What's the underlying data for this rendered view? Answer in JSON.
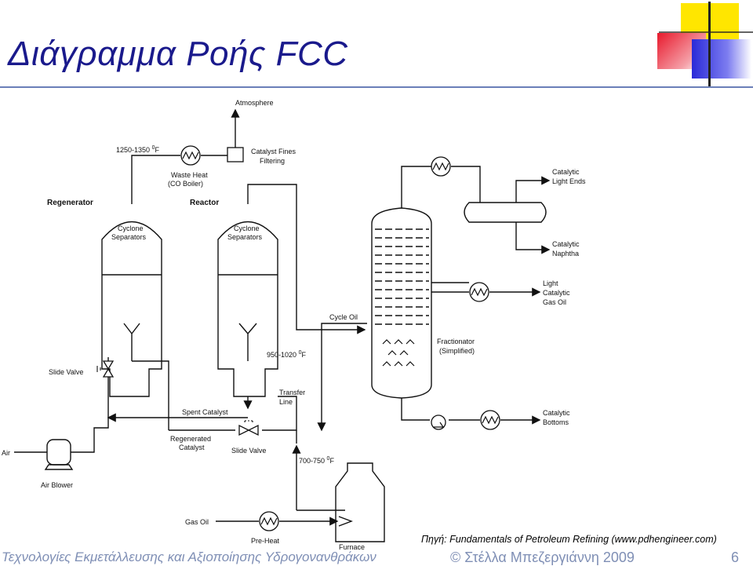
{
  "title": "Διάγραμμα Ροής FCC",
  "source": "Πηγή: Fundamentals of Petroleum Refining (www.pdhengineer.com)",
  "footer": {
    "left": "Τεχνολογίες Εκμετάλλευσης και Αξιοποίησης Υδρογονανθράκων",
    "copyright": "© Στέλλα Μπεζεργιάννη 2009",
    "page": "6"
  },
  "diagram": {
    "atmosphere": "Atmosphere",
    "temp_regen_a": "1250-1350",
    "temp_regen_b": "F",
    "waste_heat_1": "Waste Heat",
    "waste_heat_2": "(CO Boiler)",
    "fines_1": "Catalyst Fines",
    "fines_2": "Filtering",
    "regenerator": "Regenerator",
    "reactor": "Reactor",
    "cyclone_1": "Cyclone",
    "cyclone_2": "Separators",
    "cycle_oil": "Cycle Oil",
    "slide_valve": "Slide Valve",
    "temp_reactor_a": "950-1020",
    "temp_reactor_b": "F",
    "transfer_1": "Transfer",
    "transfer_2": "Line",
    "spent": "Spent Catalyst",
    "regen_cat_1": "Regenerated",
    "regen_cat_2": "Catalyst",
    "air": "Air",
    "air_blower": "Air Blower",
    "temp_feed_a": "700-750",
    "temp_feed_b": "F",
    "gas_oil": "Gas Oil",
    "preheat": "Pre-Heat",
    "furnace": "Furnace",
    "fractionator_1": "Fractionator",
    "fractionator_2": "(Simplified)",
    "cle_1": "Catalytic",
    "cle_2": "Light Ends",
    "cn_1": "Catalytic",
    "cn_2": "Naphtha",
    "lcgo_1": "Light",
    "lcgo_2": "Catalytic",
    "lcgo_3": "Gas Oil",
    "cb_1": "Catalytic",
    "cb_2": "Bottoms",
    "degree": "0"
  },
  "colors": {
    "title": "#1a1a8c",
    "footer": "#7f8fb5",
    "deco_yellow": "#ffe600",
    "deco_red": "#e8192c",
    "deco_blue": "#2a2ad8"
  }
}
